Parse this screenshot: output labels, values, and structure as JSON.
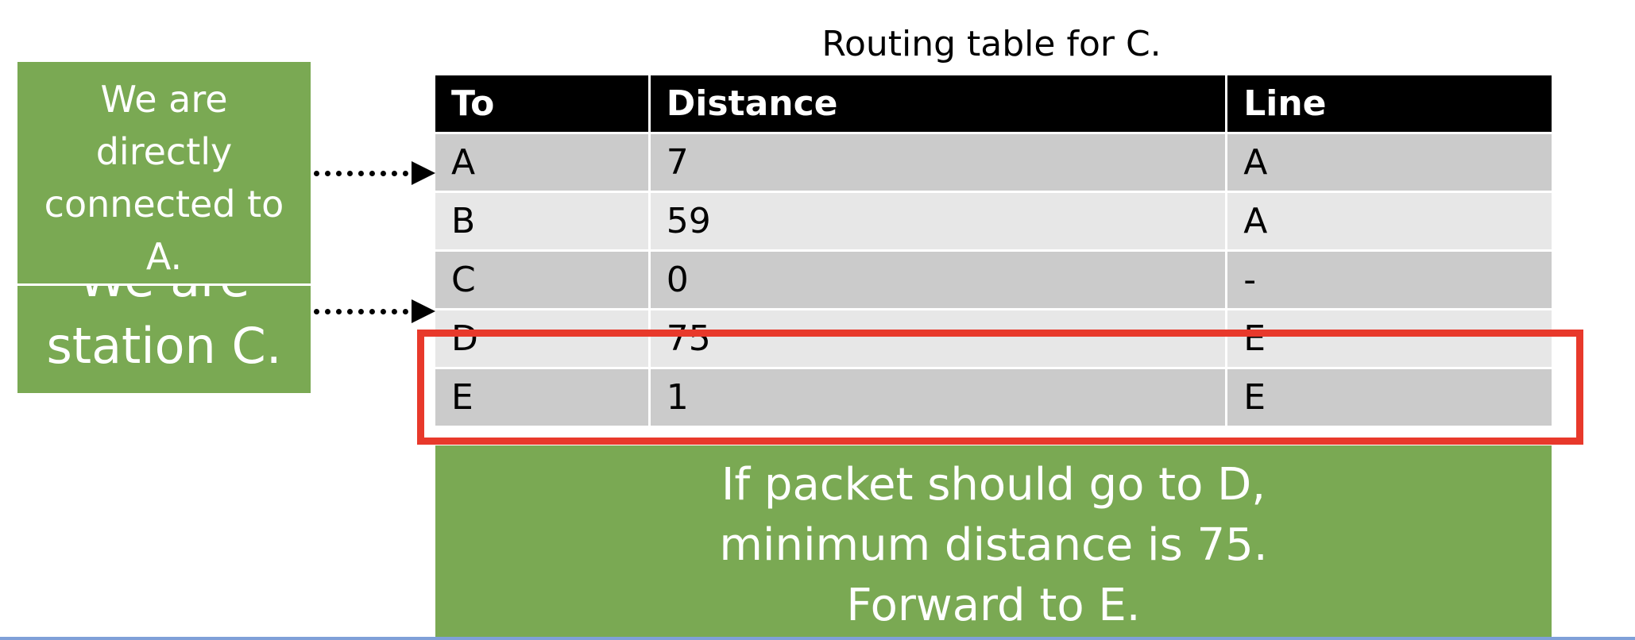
{
  "table": {
    "title": "Routing table for C.",
    "headers": [
      "To",
      "Distance",
      "Line"
    ],
    "rows": [
      [
        "A",
        "7",
        "A"
      ],
      [
        "B",
        "59",
        "A"
      ],
      [
        "C",
        "0",
        "-"
      ],
      [
        "D",
        "75",
        "E"
      ],
      [
        "E",
        "1",
        "E"
      ]
    ]
  },
  "callouts": {
    "station": [
      "We are",
      "station C."
    ],
    "direct": [
      "We are",
      "directly",
      "connected to",
      "A."
    ],
    "decision": [
      "If packet should go to D,",
      "minimum distance is 75.",
      "Forward to E."
    ]
  },
  "colors": {
    "green": "#7aa953",
    "highlight": "#e8392b",
    "header_bg": "#000000",
    "row_dark": "#cbcbcb",
    "row_light": "#e7e7e7"
  }
}
